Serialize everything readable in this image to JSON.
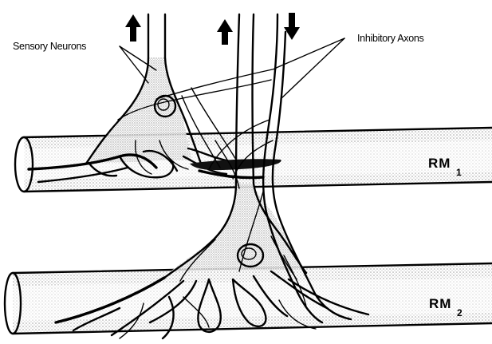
{
  "labels": {
    "sensory_neurons": "Sensory Neurons",
    "inhibitory_axons": "Inhibitory Axons",
    "rm1_main": "RM",
    "rm1_sub": "1",
    "rm2_main": "RM",
    "rm2_sub": "2"
  },
  "colors": {
    "ink": "#000000",
    "stipple": "#9a9a9a",
    "background": "#ffffff"
  },
  "icons": {
    "arrow_left": "arrow-up-icon",
    "arrow_middle": "arrow-up-icon",
    "arrow_right": "arrow-down-icon"
  }
}
